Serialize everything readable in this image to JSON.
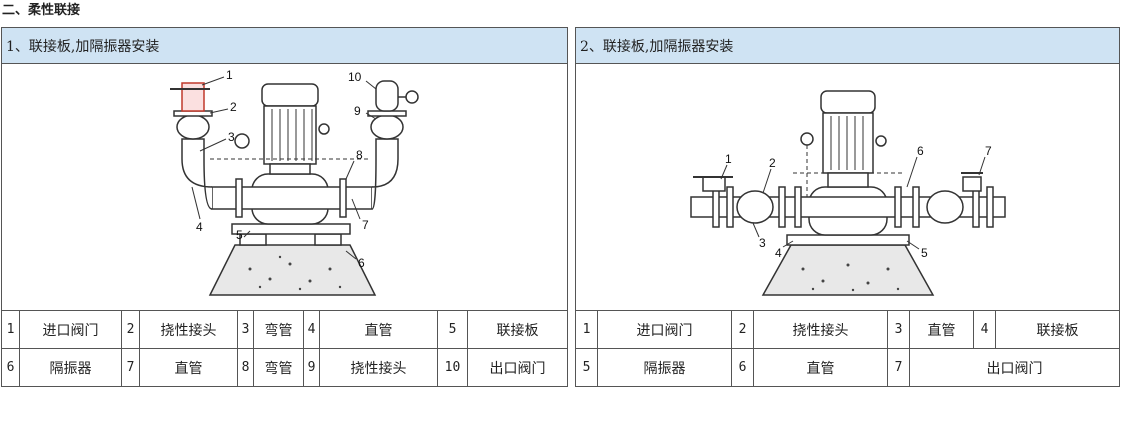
{
  "section_title": "二、柔性联接",
  "left": {
    "header": "1、联接板,加隔振器安装",
    "callouts": [
      "1",
      "2",
      "3",
      "4",
      "5",
      "6",
      "7",
      "8",
      "9",
      "10"
    ],
    "rows": [
      [
        {
          "n": "1",
          "t": "进口阀门"
        },
        {
          "n": "2",
          "t": "挠性接头"
        },
        {
          "n": "3",
          "t": "弯管"
        },
        {
          "n": "4",
          "t": "直管"
        },
        {
          "n": "5",
          "t": "联接板"
        }
      ],
      [
        {
          "n": "6",
          "t": "隔振器"
        },
        {
          "n": "7",
          "t": "直管"
        },
        {
          "n": "8",
          "t": "弯管"
        },
        {
          "n": "9",
          "t": "挠性接头"
        },
        {
          "n": "10",
          "t": "出口阀门"
        }
      ]
    ]
  },
  "right": {
    "header": "2、联接板,加隔振器安装",
    "callouts": [
      "1",
      "2",
      "3",
      "4",
      "5",
      "6",
      "7"
    ],
    "rows": [
      [
        {
          "n": "1",
          "t": "进口阀门"
        },
        {
          "n": "2",
          "t": "挠性接头"
        },
        {
          "n": "3",
          "t": "直管"
        },
        {
          "n": "4",
          "t": "联接板"
        }
      ],
      [
        {
          "n": "5",
          "t": "隔振器"
        },
        {
          "n": "6",
          "t": "直管"
        },
        {
          "n": "7",
          "t": "出口阀门"
        }
      ]
    ]
  }
}
